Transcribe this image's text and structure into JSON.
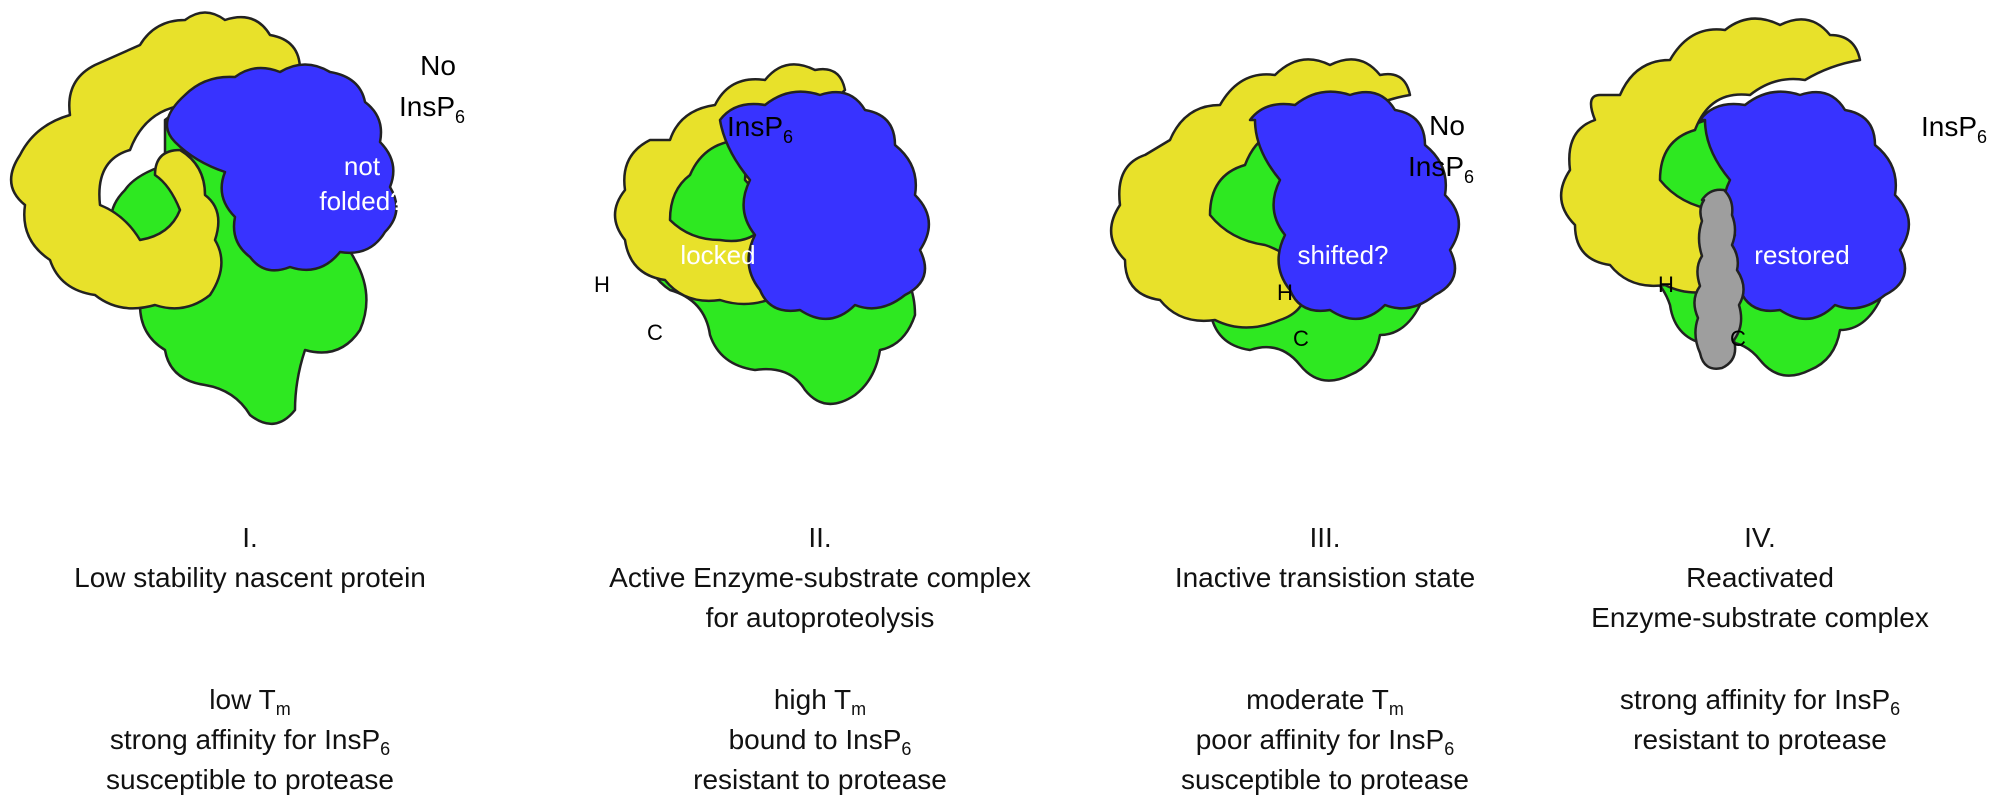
{
  "colors": {
    "domain_yellow": "#e8e12a",
    "domain_green": "#2ee821",
    "domain_blue": "#3833ff",
    "substrate_gray": "#9e9e9e",
    "outline": "#222222",
    "label_on_blue": "#ffffff"
  },
  "panels": [
    {
      "ligand": {
        "prefix": "No",
        "text": "InsP",
        "sub": "6"
      },
      "state_label": [
        "not",
        "folded?"
      ],
      "residues": [],
      "roman": "I.",
      "title": [
        "Low stability nascent protein"
      ],
      "props": [
        {
          "text": "low T",
          "sub": "m",
          "after": ""
        },
        {
          "text": "strong affinity for InsP",
          "sub": "6",
          "after": ""
        },
        {
          "text": "susceptible to protease",
          "sub": "",
          "after": ""
        }
      ]
    },
    {
      "ligand": {
        "prefix": "",
        "text": "InsP",
        "sub": "6"
      },
      "state_label": [
        "locked"
      ],
      "residues": [
        "H",
        "C"
      ],
      "roman": "II.",
      "title": [
        "Active Enzyme-substrate complex",
        "for autoproteolysis"
      ],
      "props": [
        {
          "text": "high T",
          "sub": "m",
          "after": ""
        },
        {
          "text": "bound to InsP",
          "sub": "6",
          "after": ""
        },
        {
          "text": "resistant to protease",
          "sub": "",
          "after": ""
        }
      ]
    },
    {
      "ligand": {
        "prefix": "No",
        "text": "InsP",
        "sub": "6"
      },
      "state_label": [
        "shifted?"
      ],
      "residues": [
        "H",
        "C"
      ],
      "roman": "III.",
      "title": [
        "Inactive transistion state"
      ],
      "props": [
        {
          "text": "moderate T",
          "sub": "m",
          "after": ""
        },
        {
          "text": "poor affinity for InsP",
          "sub": "6",
          "after": ""
        },
        {
          "text": "susceptible to protease",
          "sub": "",
          "after": ""
        }
      ]
    },
    {
      "ligand": {
        "prefix": "",
        "text": "InsP",
        "sub": "6"
      },
      "state_label": [
        "restored"
      ],
      "residues": [
        "H",
        "C"
      ],
      "roman": "IV.",
      "title": [
        "Reactivated",
        "Enzyme-substrate complex"
      ],
      "props": [
        {
          "text": "strong affinity for InsP",
          "sub": "6",
          "after": ""
        },
        {
          "text": "resistant to protease",
          "sub": "",
          "after": ""
        }
      ]
    }
  ]
}
